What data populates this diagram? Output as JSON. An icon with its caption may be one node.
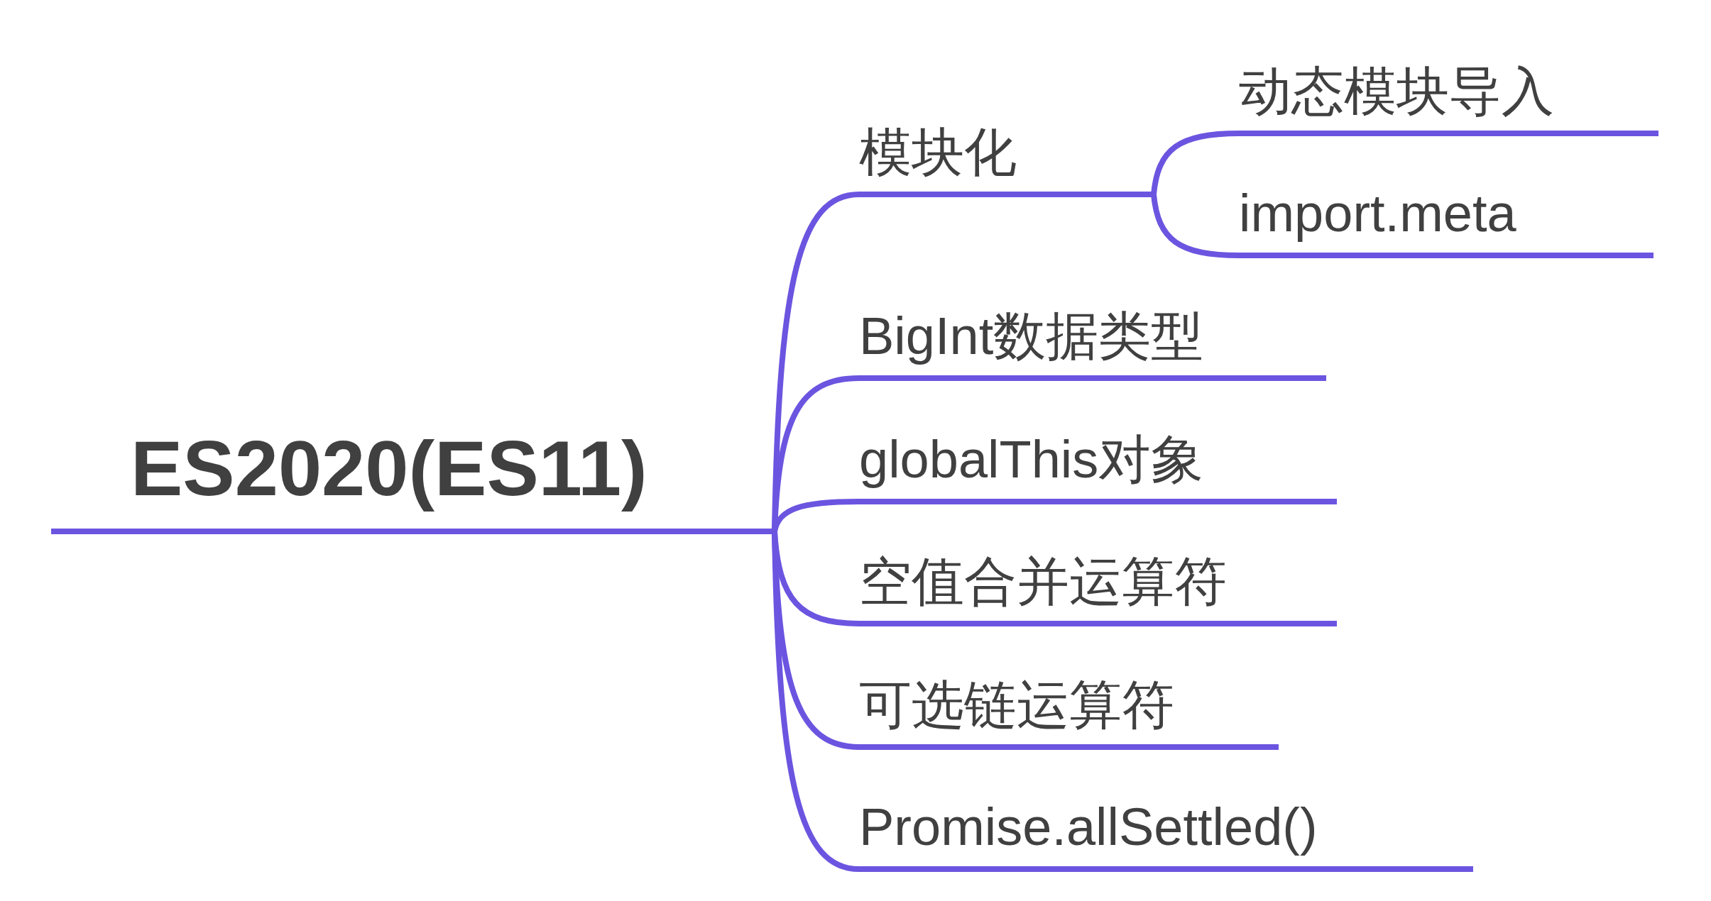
{
  "diagram": {
    "nodes": [
      {
        "text": [
          "ES2020(ES11)"
        ]
      },
      {
        "text": [
          "模块化"
        ]
      },
      {
        "text": [
          "动态模块导入"
        ]
      },
      {
        "text": [
          "import.meta"
        ]
      },
      {
        "text": [
          "BigInt数据类型"
        ]
      },
      {
        "text": [
          "globalThis对象"
        ]
      },
      {
        "text": [
          "空值合并运算符"
        ]
      },
      {
        "text": [
          "可选链运算符"
        ]
      },
      {
        "text": [
          "Promise.allSettled()"
        ]
      }
    ],
    "edges": [
      {
        "from": 0,
        "to": 1,
        "arrow": "none"
      },
      {
        "from": 1,
        "to": 2,
        "arrow": "none"
      },
      {
        "from": 1,
        "to": 3,
        "arrow": "none"
      },
      {
        "from": 0,
        "to": 4,
        "arrow": "none"
      },
      {
        "from": 0,
        "to": 5,
        "arrow": "none"
      },
      {
        "from": 0,
        "to": 6,
        "arrow": "none"
      },
      {
        "from": 0,
        "to": 7,
        "arrow": "none"
      },
      {
        "from": 0,
        "to": 8,
        "arrow": "none"
      }
    ]
  }
}
